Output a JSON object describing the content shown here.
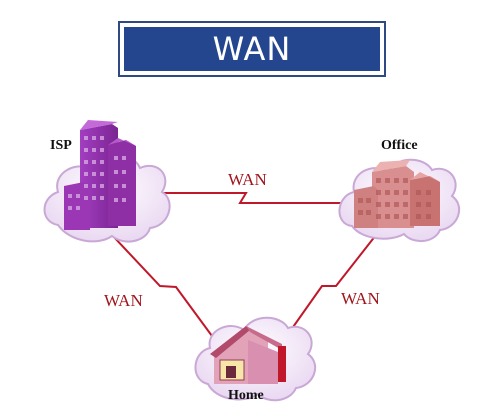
{
  "title": "WAN",
  "nodes": {
    "isp": {
      "label": "ISP",
      "icon": "skyscraper-icon"
    },
    "office": {
      "label": "Office",
      "icon": "office-building-icon"
    },
    "home": {
      "label": "Home",
      "icon": "house-icon"
    }
  },
  "links": {
    "isp_office": {
      "label": "WAN"
    },
    "isp_home": {
      "label": "WAN"
    },
    "office_home": {
      "label": "WAN"
    }
  },
  "colors": {
    "title_bg": "#23468f",
    "title_border": "#2f4a82",
    "link_line": "#c0182a",
    "link_text": "#a0151c",
    "cloud_fill": "#f4eef8",
    "cloud_stroke": "#c9a8d6",
    "isp_building": "#8e2fa6",
    "office_building": "#d98f8f",
    "home_building": "#d98fb0"
  }
}
